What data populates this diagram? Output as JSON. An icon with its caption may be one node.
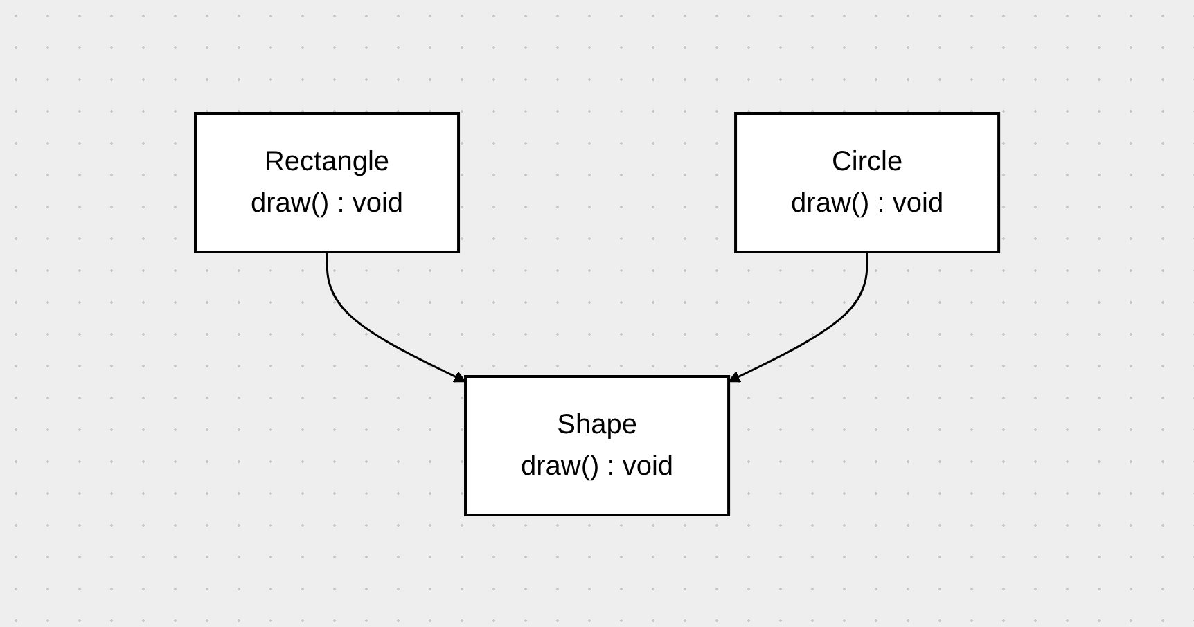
{
  "diagram": {
    "nodes": [
      {
        "text": [
          "Shape",
          "draw() : void"
        ]
      },
      {
        "text": [
          "Rectangle",
          "draw() : void"
        ]
      },
      {
        "text": [
          "Circle",
          "draw() : void"
        ]
      }
    ],
    "edges": [
      {
        "from": 1,
        "to": 0,
        "arrow": "to"
      },
      {
        "from": 2,
        "to": 0,
        "arrow": "to"
      }
    ]
  }
}
